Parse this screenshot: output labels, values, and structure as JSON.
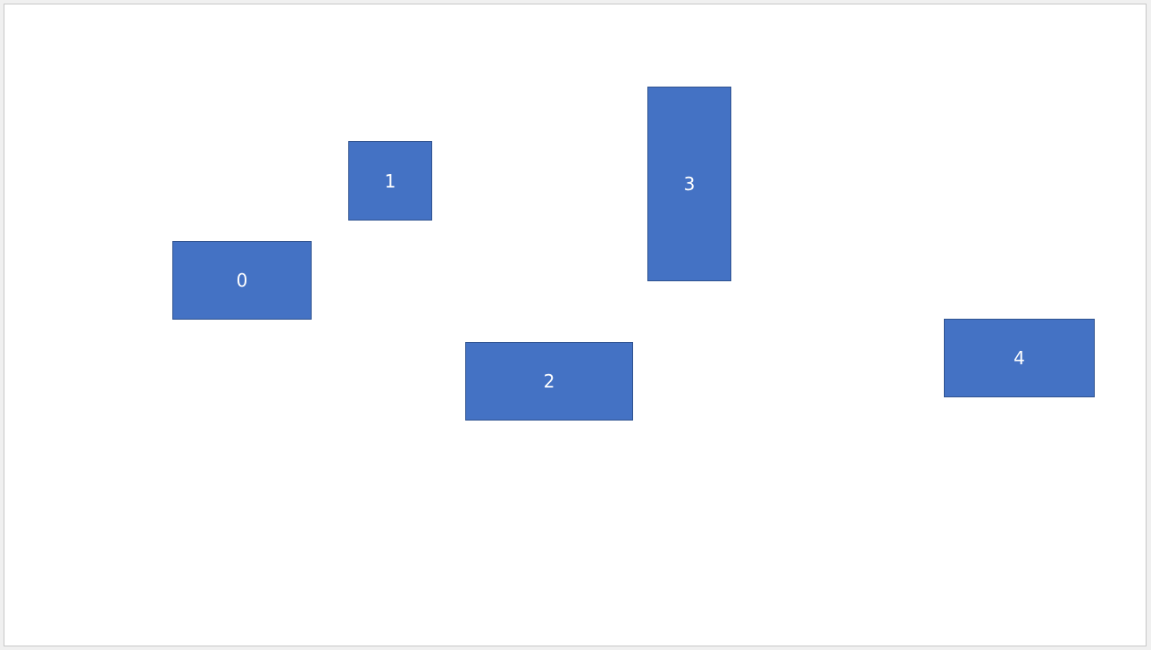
{
  "diagram": {
    "shape_fill": "#4472c4",
    "shape_border": "#2f528f",
    "text_color": "#ffffff",
    "shapes": [
      {
        "label": "0"
      },
      {
        "label": "1"
      },
      {
        "label": "2"
      },
      {
        "label": "3"
      },
      {
        "label": "4"
      }
    ]
  }
}
